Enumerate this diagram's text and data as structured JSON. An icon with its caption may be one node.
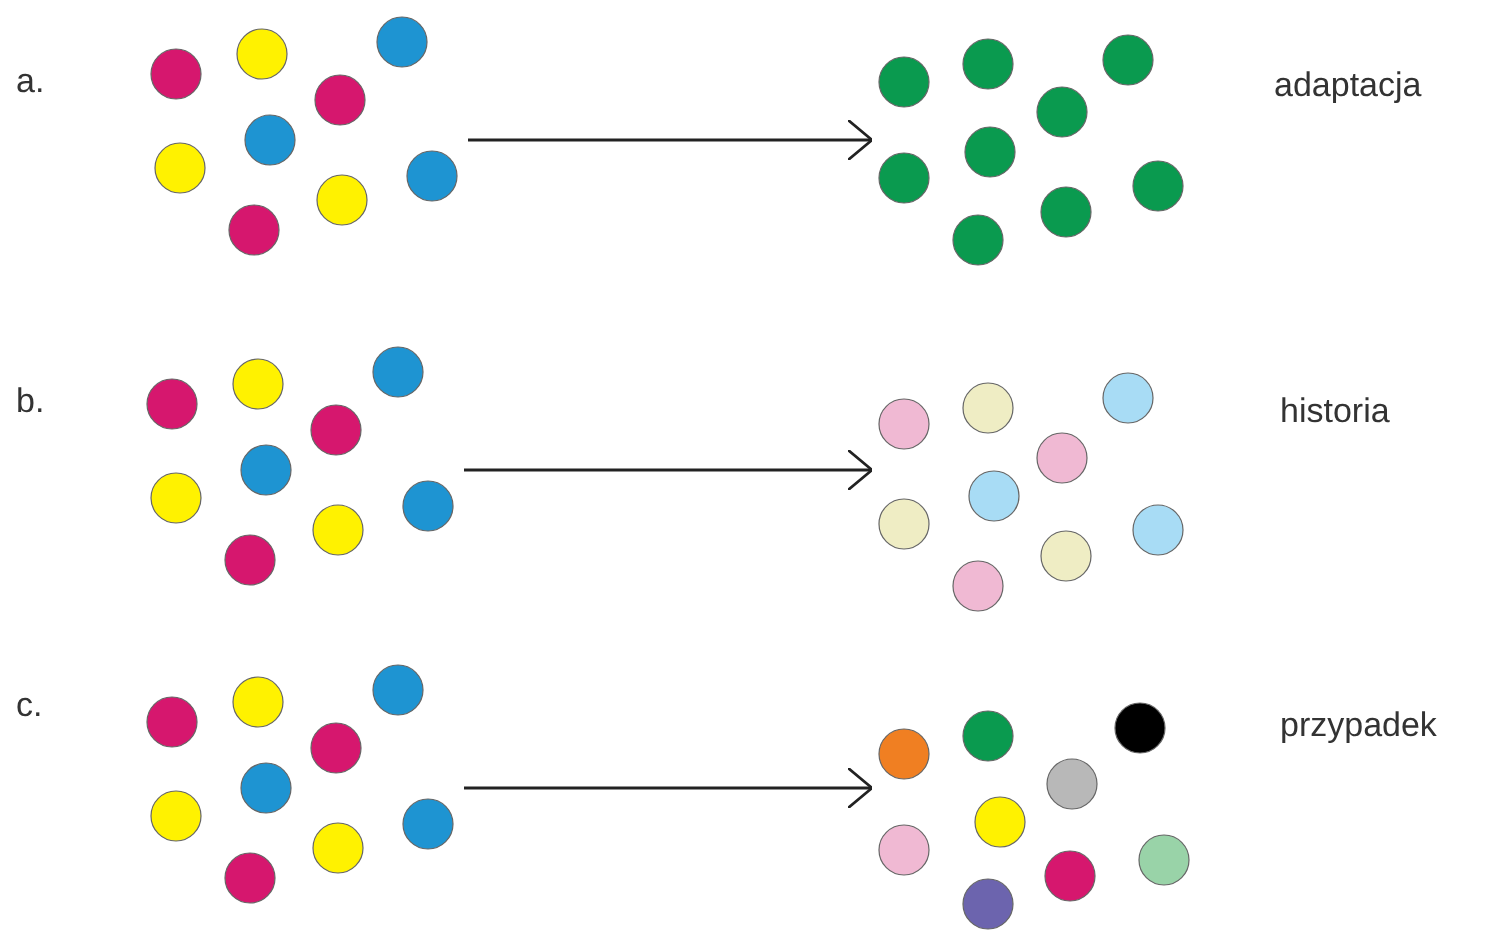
{
  "diagram": {
    "nodes": [
      {
        "text": [],
        "shape": "cluster"
      },
      {
        "text": [],
        "shape": "cluster"
      },
      {
        "text": [],
        "shape": "cluster"
      },
      {
        "text": [],
        "shape": "cluster"
      },
      {
        "text": [],
        "shape": "cluster"
      },
      {
        "text": [],
        "shape": "cluster"
      }
    ],
    "edges": [
      {
        "from": 0,
        "to": 1,
        "arrow": "to"
      },
      {
        "from": 2,
        "to": 3,
        "arrow": "to"
      },
      {
        "from": 4,
        "to": 5,
        "arrow": "to"
      }
    ],
    "labels": [
      "a.",
      "adaptacja",
      "b.",
      "historia",
      "c.",
      "przypadek"
    ]
  }
}
